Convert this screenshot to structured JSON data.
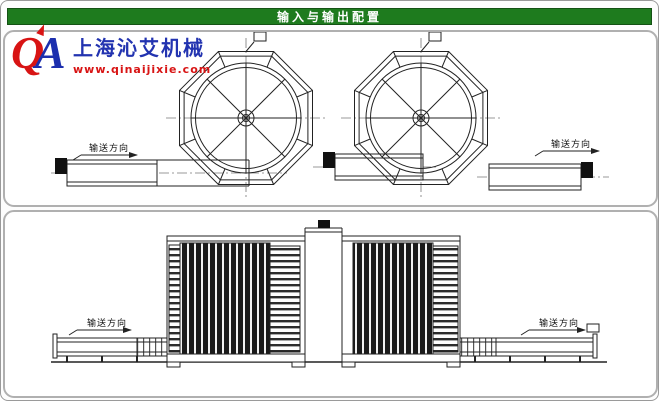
{
  "header": {
    "title": "输入与输出配置"
  },
  "logo": {
    "monogram_q": "Q",
    "monogram_a": "A",
    "brand": "上海沁艾机械",
    "url": "www.qinaijixie.com",
    "colors": {
      "q": "#d81414",
      "a": "#1c2fae",
      "brand": "#2233b0",
      "url": "#d81414"
    }
  },
  "colors": {
    "title_bar_bg": "#1e7b1e",
    "title_text": "#ffffff",
    "panel_border": "#b0b0b0",
    "drawing_line": "#222222"
  },
  "plan_view": {
    "label_direction_left": "输送方向",
    "label_direction_right": "输送方向"
  },
  "elevation_view": {
    "label_direction_left": "输送方向",
    "label_direction_right": "输送方向"
  }
}
